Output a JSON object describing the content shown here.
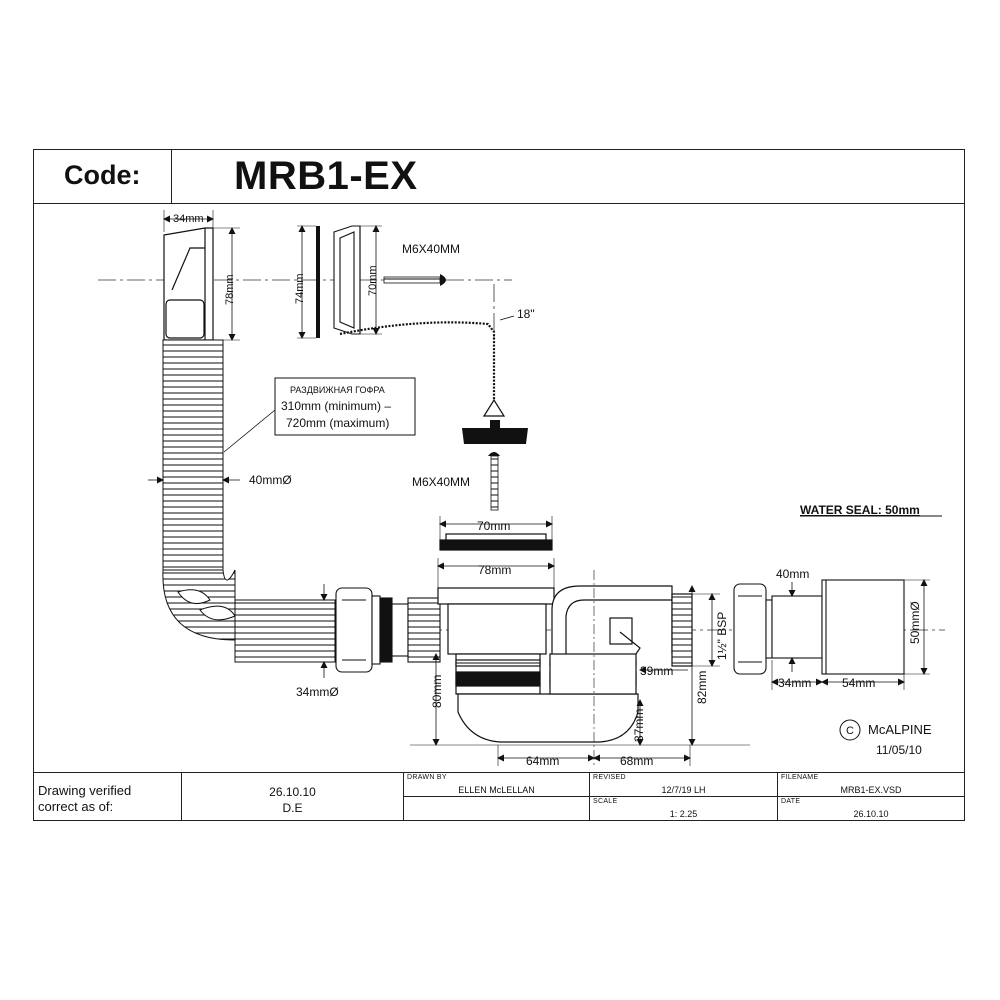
{
  "header": {
    "code_label": "Code:",
    "code_value": "MRB1-EX"
  },
  "labels": {
    "dim_34mm_top": "34mm",
    "dim_78mm": "78mm",
    "dim_74mm": "74mm",
    "dim_70mm_vert": "70mm",
    "screw_top": "M6X40MM",
    "chain_len": "18\"",
    "gofra_title": "РАЗДВИЖНАЯ ГОФРА",
    "gofra_min": "310mm (minimum) –",
    "gofra_max": "720mm (maximum)",
    "dim_40mm_dia": "40mmØ",
    "screw_mid": "M6X40MM",
    "water_seal": "WATER SEAL: 50mm",
    "dim_70mm_h": "70mm",
    "dim_78mm_h": "78mm",
    "dim_34mm_dia": "34mmØ",
    "dim_80mm": "80mm",
    "dim_39mm": "39mm",
    "dim_37mm": "37mm",
    "dim_64mm": "64mm",
    "dim_68mm": "68mm",
    "dim_82mm": "82mm",
    "bsp": "1½\" BSP",
    "dim_40mm": "40mm",
    "dim_50mm_dia": "50mmØ",
    "dim_34mm_bot": "34mm",
    "dim_54mm": "54mm",
    "copyright_symbol": "C",
    "brand": "McALPINE",
    "brand_date": "11/05/10"
  },
  "footer": {
    "verified_line1": "Drawing verified",
    "verified_line2": "correct as of:",
    "verified_date": "26.10.10",
    "verified_by": "D.E",
    "drawn_by_label": "DRAWN BY",
    "drawn_by_value": "ELLEN McLELLAN",
    "revised_label": "REVISED",
    "revised_value": "12/7/19 LH",
    "scale_label": "SCALE",
    "scale_value": "1: 2.25",
    "filename_label": "FILENAME",
    "filename_value": "MRB1-EX.VSD",
    "date_label": "DATE",
    "date_value": "26.10.10"
  }
}
